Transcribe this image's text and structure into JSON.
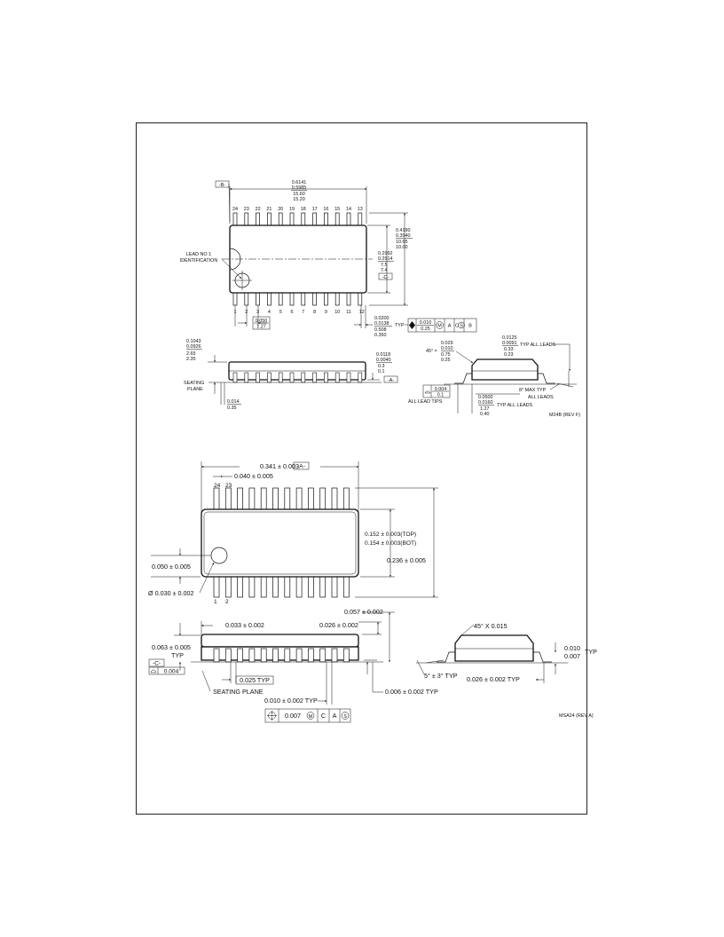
{
  "pkg1": {
    "datum_b": "-B-",
    "len_in_max": "0.6141",
    "len_in_min": "0.5985",
    "len_mm_max": "15.60",
    "len_mm_min": "15.20",
    "top_pins": [
      "24",
      "23",
      "22",
      "21",
      "20",
      "19",
      "18",
      "17",
      "16",
      "15",
      "14",
      "13"
    ],
    "bottom_pins": [
      "1",
      "2",
      "3",
      "4",
      "5",
      "6",
      "7",
      "8",
      "9",
      "10",
      "11",
      "12"
    ],
    "lead1_line1": "LEAD NO 1",
    "lead1_line2": "IDENTIFICATION",
    "width_in_max": "0.4190",
    "width_in_min": "0.3940",
    "width_mm_max": "10.65",
    "width_mm_min": "10.00",
    "body_in_max": "0.2992",
    "body_in_min": "0.2914",
    "body_mm_max": "7.5",
    "body_mm_min": "7.4",
    "datum_c": "-C-",
    "pitch_in": "0.050",
    "pitch_mm": "1.27",
    "lead_w_in_max": "0.0200",
    "lead_w_in_min": "0.0138",
    "lead_w_mm_max": "0.508",
    "lead_w_mm_min": "0.350",
    "typ": "TYP",
    "fcf_tol_in": "0.010",
    "fcf_tol_mm": "0.25",
    "fcf_m": "M",
    "fcf_a": "A",
    "fcf_c": "C",
    "fcf_s": "S",
    "fcf_b": "B",
    "height_in_max": "0.1043",
    "height_in_min": "0.0926",
    "height_mm_max": "2.65",
    "height_mm_min": "2.35",
    "seating_1": "SEATING",
    "seating_2": "PLANE",
    "lead_th_in": "0.014",
    "lead_th_mm": "0.35",
    "standoff_in_max": "0.0118",
    "standoff_in_min": "0.0040",
    "standoff_mm_max": "0.3",
    "standoff_mm_min": "0.1",
    "datum_a": "-A-",
    "chamfer_prefix": "45° ×",
    "chamfer_in_max": "0.029",
    "chamfer_in_min": "0.010",
    "chamfer_mm_max": "0.75",
    "chamfer_mm_min": "0.25",
    "lt_in_max": "0.0125",
    "lt_in_min": "0.0091",
    "lt_mm_max": "0.33",
    "lt_mm_min": "0.23",
    "typ_all_leads": "TYP ALL LEADS",
    "angle_note": "8° MAX TYP",
    "all_leads": "ALL LEADS",
    "coplan_in": "0.004",
    "coplan_mm": "0.1",
    "all_lead_tips": "ALL LEAD TIPS",
    "foot_in_max": "0.0500",
    "foot_in_min": "0.0160",
    "foot_mm_max": "1.27",
    "foot_mm_min": "0.40",
    "rev": "M24B (REV F)"
  },
  "pkg2": {
    "len": "0.341 ± 0.003",
    "datum_a": "-A-",
    "lead_w": "0.040 ± 0.005",
    "pin24": "24",
    "pin23": "23",
    "pin1": "1",
    "pin2": "2",
    "body_top": "0.152 ± 0.003(TOP)",
    "body_bot": "0.154 ± 0.003(BOT)",
    "width": "0.236 ± 0.005",
    "edge": "0.050 ± 0.005",
    "dia": "Ø 0.030 ± 0.002",
    "h2": "0.057 ± 0.002",
    "s1": "0.033 ± 0.002",
    "s2": "0.026 ± 0.002",
    "height": "0.063 ± 0.005",
    "typ": "TYP",
    "datum_c": "-C-",
    "coplan": "0.004",
    "pitch": "0.025 TYP",
    "seating": "SEATING PLANE",
    "lead_w2": "0.010 ± 0.002 TYP",
    "standoff": "0.006 ± 0.002 TYP",
    "fcf_tol": "0.007",
    "fcf_m": "M",
    "fcf_c": "C",
    "fcf_a": "A",
    "fcf_s": "S",
    "chamfer": "45° X 0.015",
    "angle": "5° ± 3° TYP",
    "foot": "0.026 ± 0.002 TYP",
    "lt1": "0.010",
    "lt2": "0.007",
    "rev": "MSA24 (REV A)"
  }
}
